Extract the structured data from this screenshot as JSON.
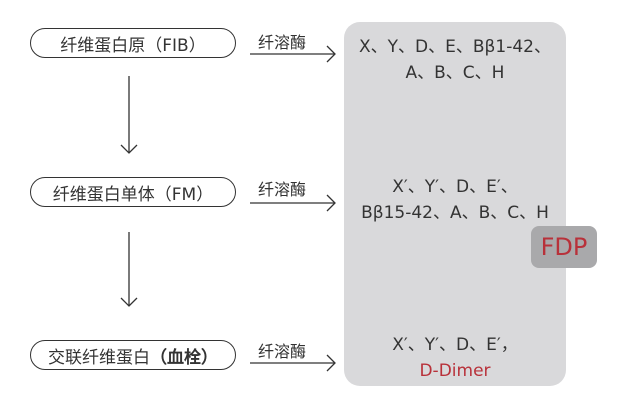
{
  "nodes": {
    "fib": "纤维蛋白原（FIB）",
    "fm": "纤维蛋白单体（FM）",
    "crosslinked_prefix": "交联纤维蛋白",
    "crosslinked_bold": "（血栓）"
  },
  "enzyme_label": "纤溶酶",
  "products": {
    "fib_line1": "X、Y、D、E、Bβ1-42、",
    "fib_line2": "A、B、C、H",
    "fm_line1": "X′、Y′、D、E′、",
    "fm_line2": "Bβ15-42、A、B、C、H",
    "cross_line1": "X′、Y′、D、E′，",
    "cross_line2": "D-Dimer"
  },
  "fdp_badge": "FDP",
  "colors": {
    "panel": "#d9d9db",
    "badge": "#a9a9ab",
    "accent_red": "#b8313a",
    "line": "#333333"
  }
}
